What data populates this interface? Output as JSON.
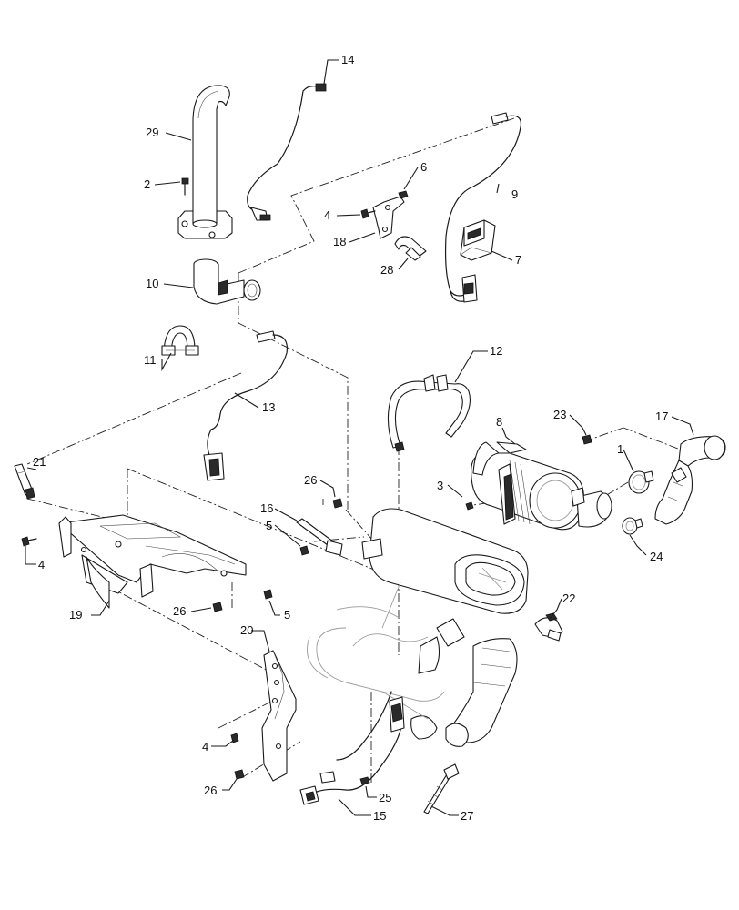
{
  "callouts": {
    "c1": "1",
    "c2": "2",
    "c3": "3",
    "c4a": "4",
    "c4b": "4",
    "c4c": "4",
    "c5a": "5",
    "c5b": "5",
    "c6": "6",
    "c7": "7",
    "c8": "8",
    "c9": "9",
    "c10": "10",
    "c11": "11",
    "c12": "12",
    "c13": "13",
    "c14": "14",
    "c15": "15",
    "c16": "16",
    "c17": "17",
    "c18": "18",
    "c19": "19",
    "c20": "20",
    "c21": "21",
    "c22": "22",
    "c23": "23",
    "c24": "24",
    "c25": "25",
    "c26a": "26",
    "c26b": "26",
    "c26c": "26",
    "c27": "27",
    "c28": "28",
    "c29": "29"
  },
  "colors": {
    "line": "#1a1a1a",
    "background": "#ffffff"
  }
}
